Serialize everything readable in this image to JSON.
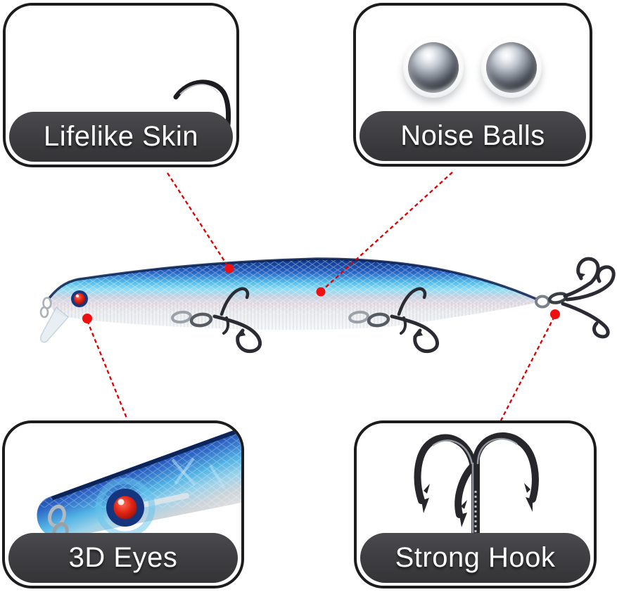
{
  "image_title": "Fishing lure feature callout diagram",
  "callouts": {
    "lifelike_skin": {
      "label": "Lifelike Skin"
    },
    "noise_balls": {
      "label": "Noise Balls"
    },
    "eyes_3d": {
      "label": "3D Eyes"
    },
    "strong_hook": {
      "label": "Strong Hook"
    }
  },
  "figures": {
    "skin_panel": "lure-scale-skin-closeup",
    "balls_panel": "two-steel-noise-balls",
    "eyes_panel": "lure-head-red-3d-eye-closeup",
    "hook_panel": "treble-hook",
    "center": "minnow-fishing-lure-with-three-treble-hooks"
  },
  "colors": {
    "background": "#ffffff",
    "panel_border": "#1c1c1f",
    "label_background": "#3e3e41",
    "label_text": "#ffffff",
    "connector_red": "#e10000",
    "marker_red": "#ee1010",
    "lure_navy": "#0a2a6e",
    "lure_blue": "#2b62c4",
    "lure_cyan": "#4fb9e6",
    "lure_silver": "#e9ebee",
    "eye_red": "#d61a12",
    "steel_gray": "#6a7078"
  }
}
